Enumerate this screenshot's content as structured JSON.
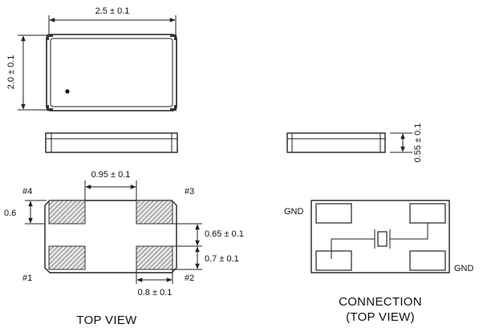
{
  "dimensions": {
    "length": "2.5 ± 0.1",
    "width": "2.0 ± 0.1",
    "height": "0.55 ± 0.1",
    "pad_gap_x": "0.95 ± 0.1",
    "pad_height_side": "0.6",
    "pad_gap_y": "0.65 ± 0.1",
    "pad_height": "0.7 ± 0.1",
    "pad_width": "0.8 ± 0.1"
  },
  "pins": {
    "p1": "#1",
    "p2": "#2",
    "p3": "#3",
    "p4": "#4"
  },
  "connection": {
    "gnd_top": "GND",
    "gnd_bottom": "GND"
  },
  "titles": {
    "top_view": "TOP VIEW",
    "connection_line1": "CONNECTION",
    "connection_line2": "(TOP VIEW)"
  },
  "colors": {
    "line": "#222222",
    "pad_fill": "#d9d9d9",
    "hatch": "#555555"
  }
}
